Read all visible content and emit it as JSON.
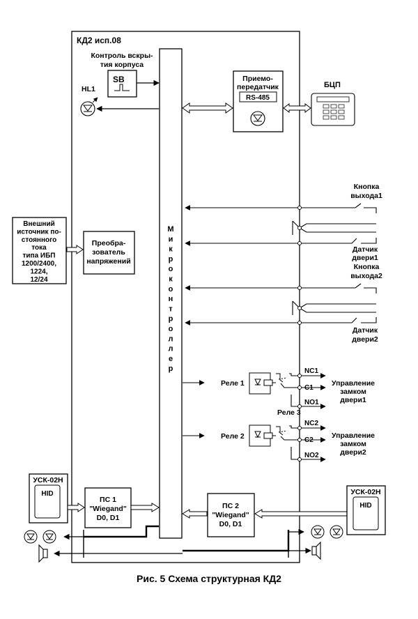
{
  "title": "КД2 исп.08",
  "caption": "Рис. 5 Схема структурная КД2",
  "tamper": {
    "label_line1": "Контроль вскры-",
    "label_line2": "тия корпуса",
    "switch_label": "SB"
  },
  "led_main": "HL1",
  "transceiver": {
    "line1": "Приемо-",
    "line2": "передатчик",
    "iface": "RS-485"
  },
  "bcp": "БЦП",
  "mcu_letters": [
    "М",
    "и",
    "к",
    "р",
    "о",
    "к",
    "о",
    "н",
    "т",
    "р",
    "о",
    "л",
    "л",
    "е",
    "р"
  ],
  "power_source": {
    "lines": [
      "Внешний",
      "источник по-",
      "стоянного",
      "тока",
      "типа ИБП",
      "1200/2400,",
      "1224,",
      "12/24"
    ]
  },
  "converter": {
    "lines": [
      "Преобра-",
      "зователь",
      "напряжений"
    ]
  },
  "exit_button1": {
    "lines": [
      "Кнопка",
      "выхода1"
    ]
  },
  "door_sensor1": {
    "lines": [
      "Датчик",
      "двери1"
    ]
  },
  "exit_button2": {
    "lines": [
      "Кнопка",
      "выхода2"
    ]
  },
  "door_sensor2": {
    "lines": [
      "Датчик",
      "двери2"
    ]
  },
  "relay1": {
    "label": "Реле 1",
    "nc": "NC1",
    "c": "C1",
    "no": "NO1",
    "control": [
      "Управление",
      "замком",
      "двери1"
    ]
  },
  "relay2": {
    "label": "Реле 2",
    "nc": "NC2",
    "c": "C2",
    "no": "NO2",
    "control": [
      "Управление",
      "замком",
      "двери2"
    ]
  },
  "relay3": "Реле 3",
  "reader_left": {
    "title": "УСК-02Н",
    "inner": "HID"
  },
  "reader_right": {
    "title": "УСК-02Н",
    "inner": "HID"
  },
  "ps1": {
    "lines": [
      "ПС 1",
      "\"Wiegand\"",
      "D0, D1"
    ]
  },
  "ps2": {
    "lines": [
      "ПС 2",
      "\"Wiegand\"",
      "D0, D1"
    ]
  }
}
